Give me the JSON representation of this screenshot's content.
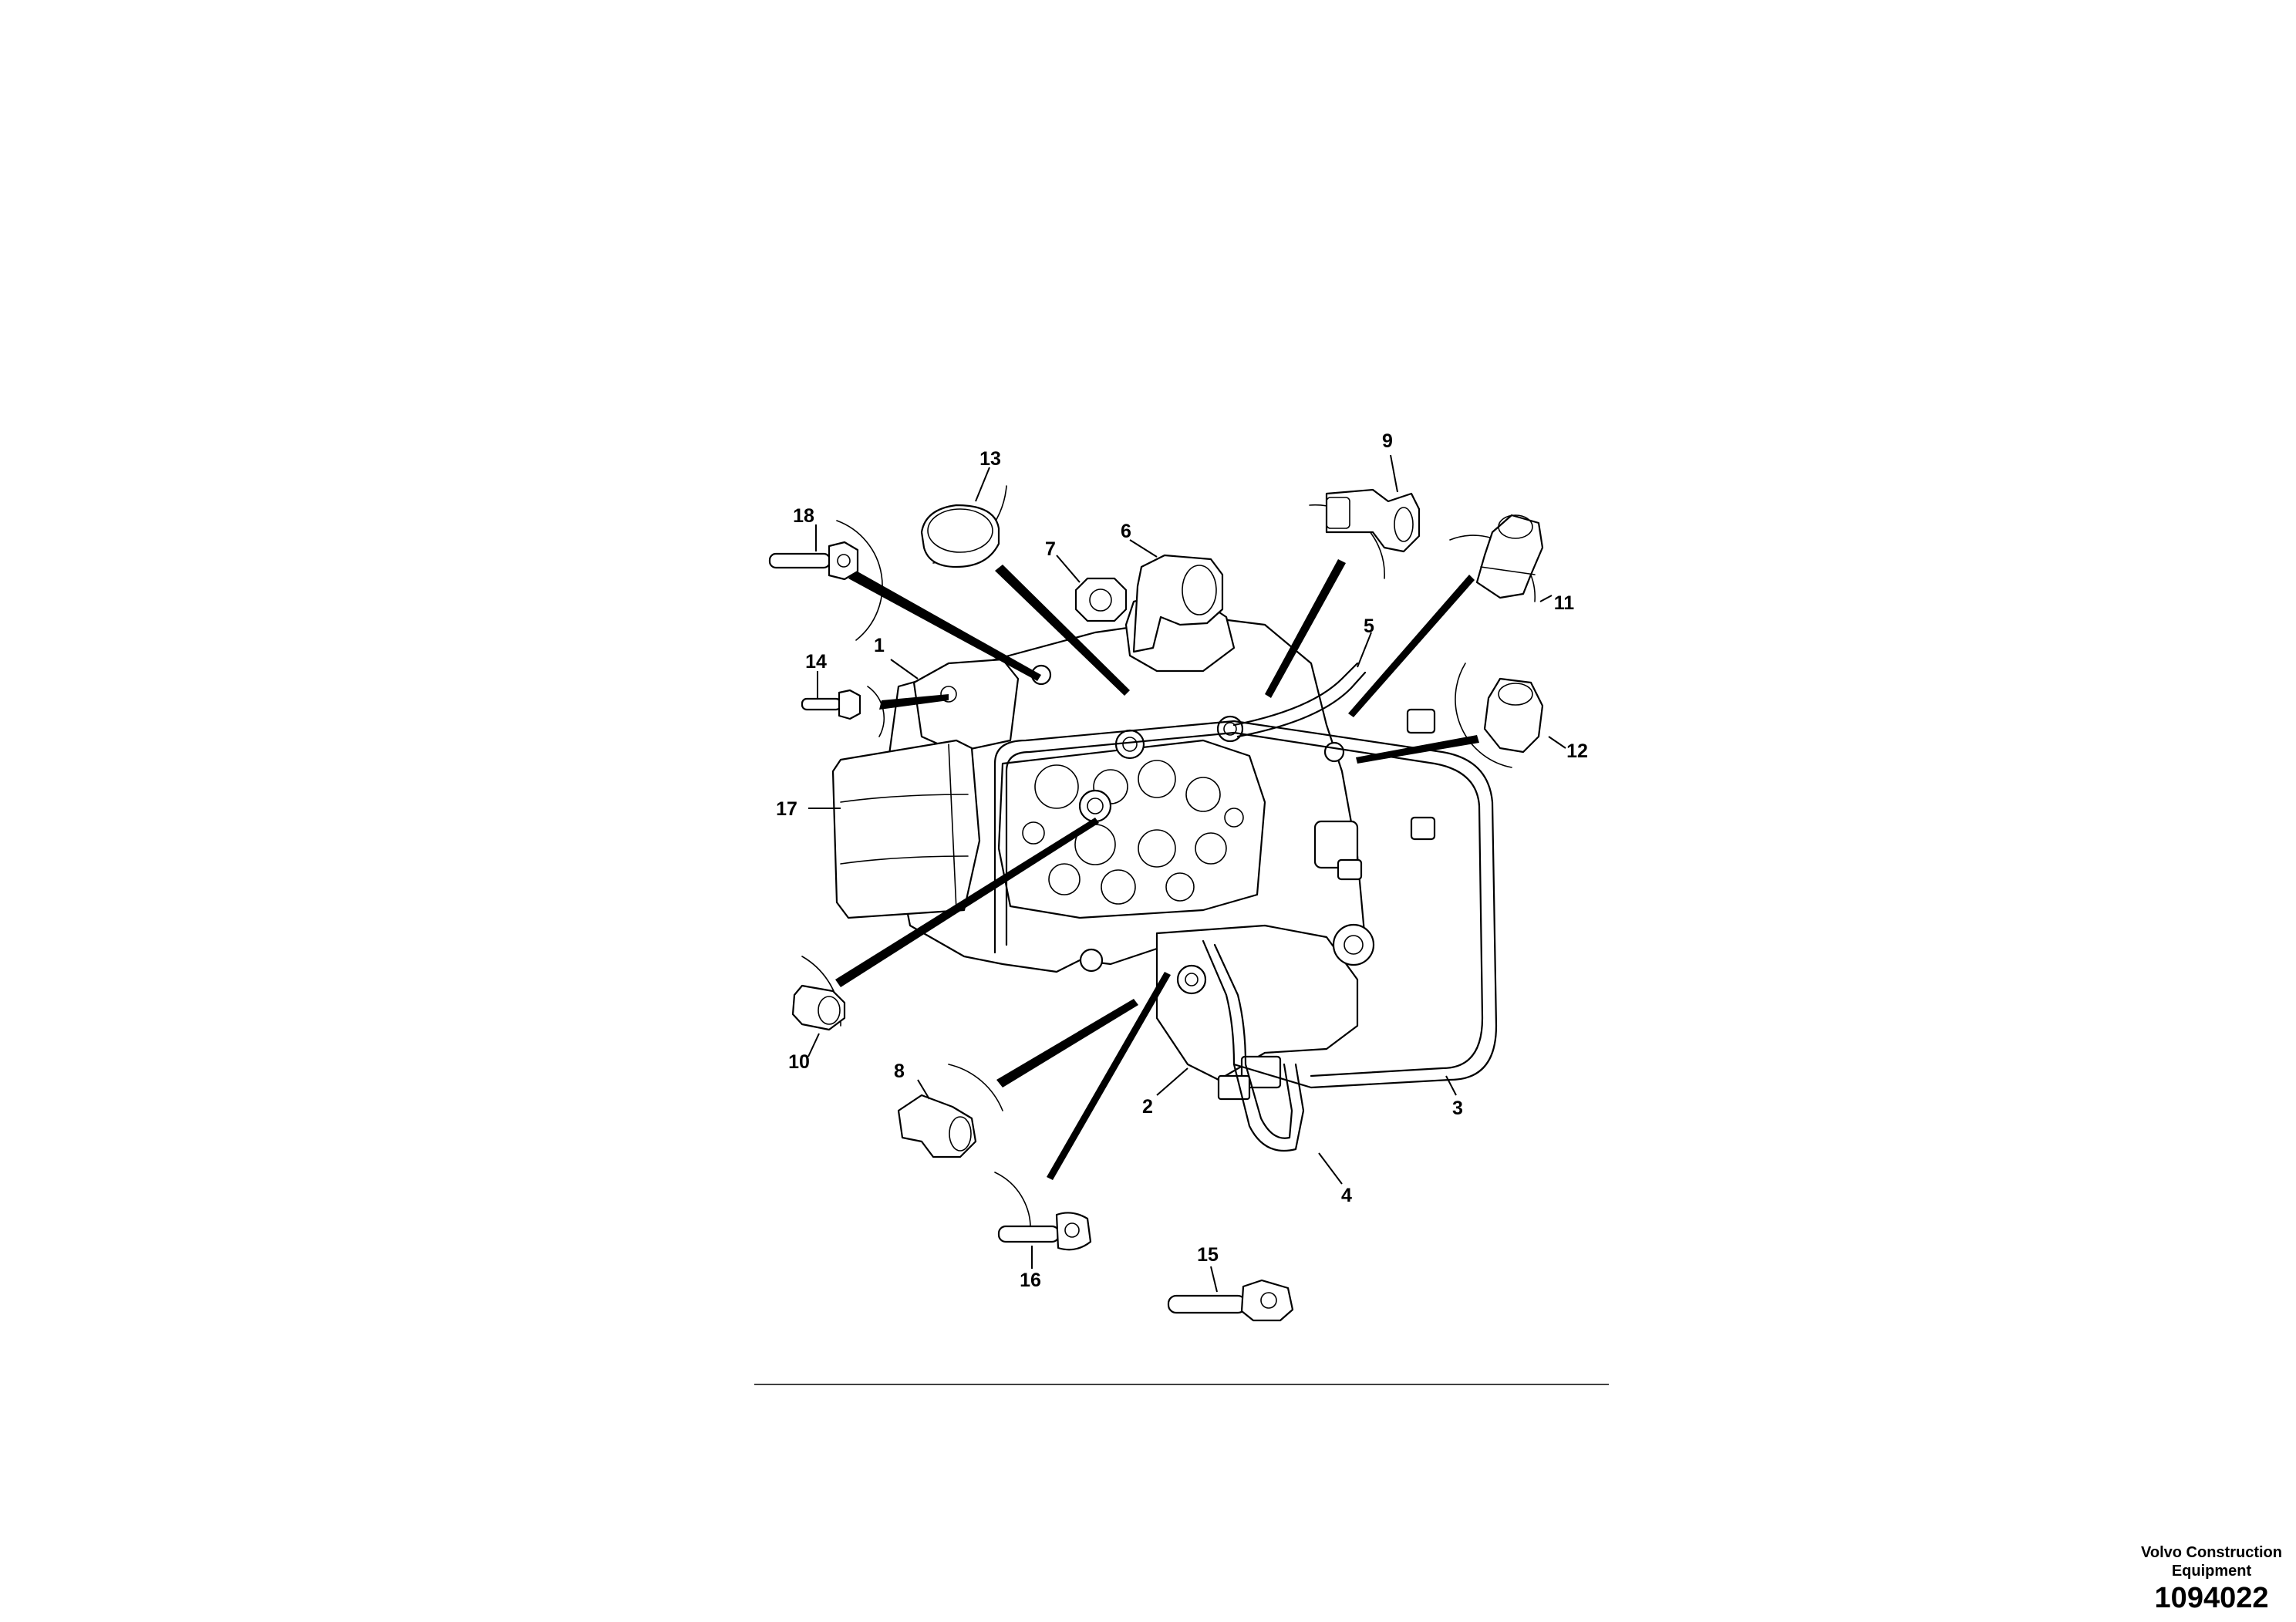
{
  "callouts": {
    "c1": "1",
    "c2": "2",
    "c3": "3",
    "c4": "4",
    "c5": "5",
    "c6": "6",
    "c7": "7",
    "c8": "8",
    "c9": "9",
    "c10": "10",
    "c11": "11",
    "c12": "12",
    "c13": "13",
    "c14": "14",
    "c15": "15",
    "c16": "16",
    "c17": "17",
    "c18": "18"
  },
  "footer": {
    "company_line1": "Volvo Construction",
    "company_line2": "Equipment",
    "doc_number": "1094022"
  }
}
